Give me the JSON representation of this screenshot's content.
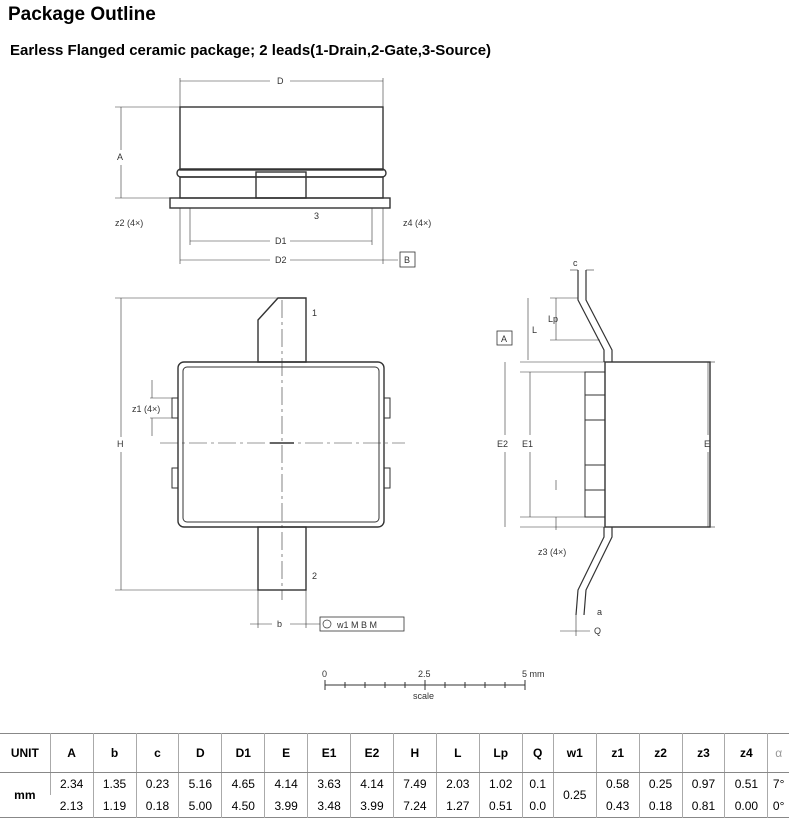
{
  "title": "Package Outline",
  "subtitle": "Earless Flanged ceramic package; 2 leads(1-Drain,2-Gate,3-Source)",
  "drawing": {
    "D": "D",
    "D1": "D1",
    "D2": "D2",
    "A": "A",
    "z2": "z2 (4×)",
    "z4": "z4 (4×)",
    "z1": "z1 (4×)",
    "z3": "z3 (4×)",
    "pin3": "3",
    "pin1": "1",
    "pin2": "2",
    "H": "H",
    "b": "b",
    "B": "B",
    "c": "c",
    "L": "L",
    "Lp": "Lp",
    "E": "E",
    "E1": "E1",
    "E2": "E2",
    "a": "a",
    "Q": "Q",
    "datumA": "A",
    "tol": "w1 M B M"
  },
  "scale": {
    "t0": "0",
    "t1": "2.5",
    "t2": "5 mm",
    "label": "scale"
  },
  "table": {
    "headers": [
      "UNIT",
      "A",
      "b",
      "c",
      "D",
      "D1",
      "E",
      "E1",
      "E2",
      "H",
      "L",
      "Lp",
      "Q",
      "w1",
      "z1",
      "z2",
      "z3",
      "z4",
      "α"
    ],
    "unit": "mm",
    "max": [
      "2.34",
      "1.35",
      "0.23",
      "5.16",
      "4.65",
      "4.14",
      "3.63",
      "4.14",
      "7.49",
      "2.03",
      "1.02",
      "0.1",
      "0.25",
      "0.58",
      "0.25",
      "0.97",
      "0.51",
      "7°"
    ],
    "min": [
      "2.13",
      "1.19",
      "0.18",
      "5.00",
      "4.50",
      "3.99",
      "3.48",
      "3.99",
      "7.24",
      "1.27",
      "0.51",
      "0.0",
      "",
      "0.43",
      "0.18",
      "0.81",
      "0.00",
      "0°"
    ]
  }
}
